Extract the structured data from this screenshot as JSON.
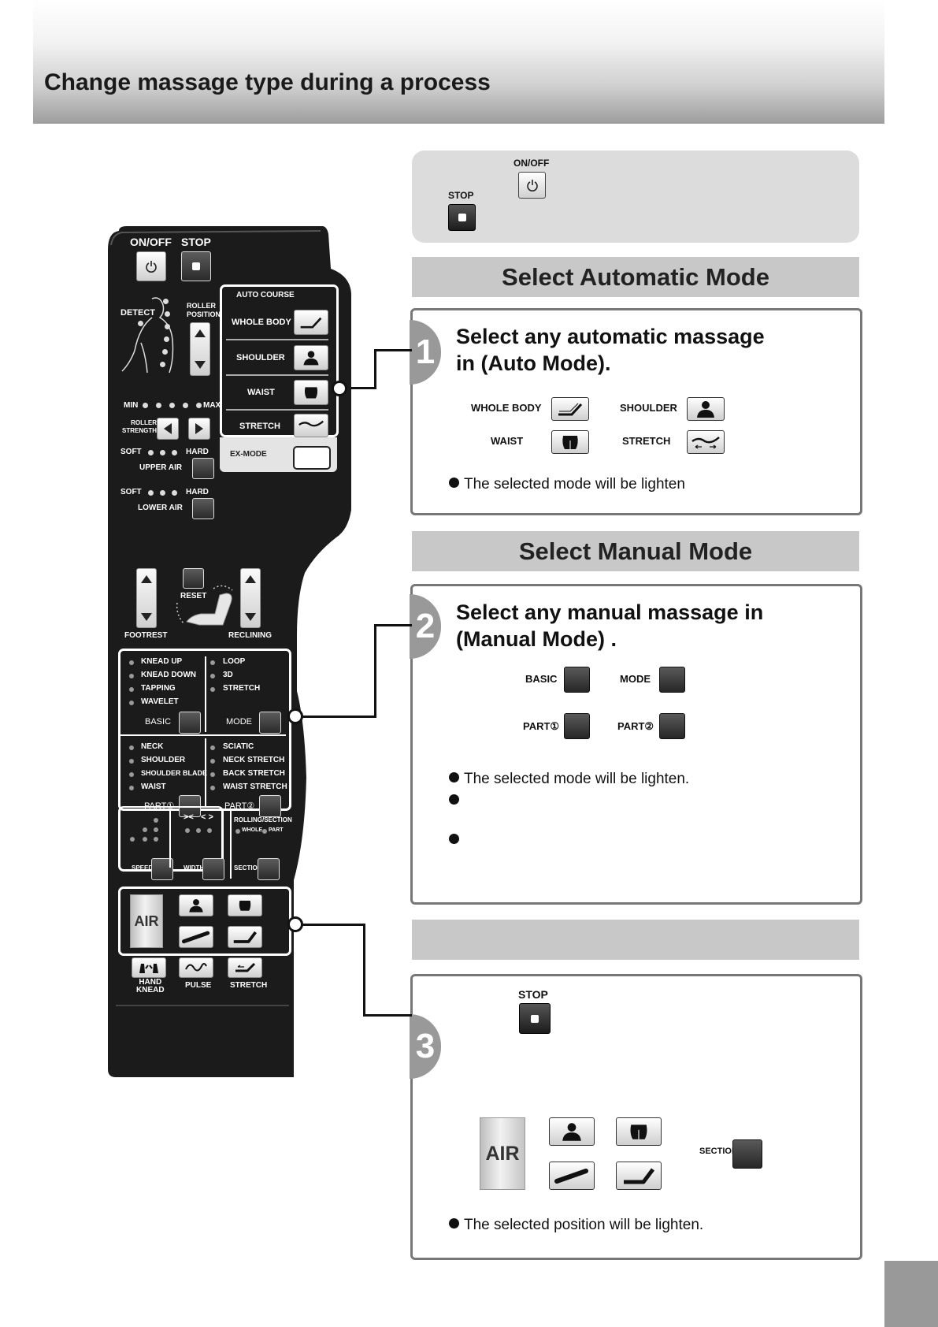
{
  "header": {
    "title": "Change massage type during a process"
  },
  "top_box": {
    "onoff_label": "ON/OFF",
    "stop_label": "STOP"
  },
  "section_auto": {
    "title": "Select Automatic Mode"
  },
  "step1": {
    "number": "1",
    "title_line1": "Select any automatic massage",
    "title_line2": "in (Auto Mode).",
    "whole_body": "WHOLE BODY",
    "shoulder": "SHOULDER",
    "waist": "WAIST",
    "stretch": "STRETCH",
    "note": "The selected mode will be lighten"
  },
  "section_manual": {
    "title": "Select Manual Mode"
  },
  "step2": {
    "number": "2",
    "title_line1": "Select any manual massage in",
    "title_line2": "(Manual Mode) .",
    "basic": "BASIC",
    "mode": "MODE",
    "part1": "PART①",
    "part2": "PART②",
    "note": "The selected mode will be lighten."
  },
  "step3": {
    "number": "3",
    "stop_label": "STOP",
    "air_label": "AIR",
    "section_label": "SECTION",
    "note": "The selected position will be lighten."
  },
  "remote": {
    "onoff": "ON/OFF",
    "stop": "STOP",
    "detect": "DETECT",
    "roller_position": "ROLLER\nPOSITION",
    "auto_course": "AUTO COURSE",
    "whole_body": "WHOLE BODY",
    "shoulder": "SHOULDER",
    "waist": "WAIST",
    "stretch": "STRETCH",
    "min": "MIN",
    "max": "MAX",
    "roller_strength": "ROLLER\nSTRENGTH",
    "soft": "SOFT",
    "hard": "HARD",
    "upper_air": "UPPER AIR",
    "lower_air": "LOWER AIR",
    "ex_mode": "EX-MODE",
    "reset": "RESET",
    "footrest": "FOOTREST",
    "reclining": "RECLINING",
    "basic_items": [
      "KNEAD UP",
      "KNEAD DOWN",
      "TAPPING",
      "WAVELET"
    ],
    "basic": "BASIC",
    "mode_items": [
      "LOOP",
      "3D",
      "STRETCH"
    ],
    "mode": "MODE",
    "part1_items": [
      "NECK",
      "SHOULDER",
      "SHOULDER BLADE",
      "WAIST"
    ],
    "part1": "PART①",
    "part2_items": [
      "SCIATIC",
      "NECK STRETCH",
      "BACK STRETCH",
      "WAIST STRETCH"
    ],
    "part2": "PART②",
    "width_symbols": "><   < >",
    "rolling_section": "ROLLING/SECTION",
    "whole": "WHOLE",
    "part": "PART",
    "speed": "SPEED",
    "width": "WIDTH",
    "section": "SECTION",
    "air": "AIR",
    "hand_knead": "HAND\nKNEAD",
    "pulse": "PULSE",
    "stretch_btn": "STRETCH"
  }
}
